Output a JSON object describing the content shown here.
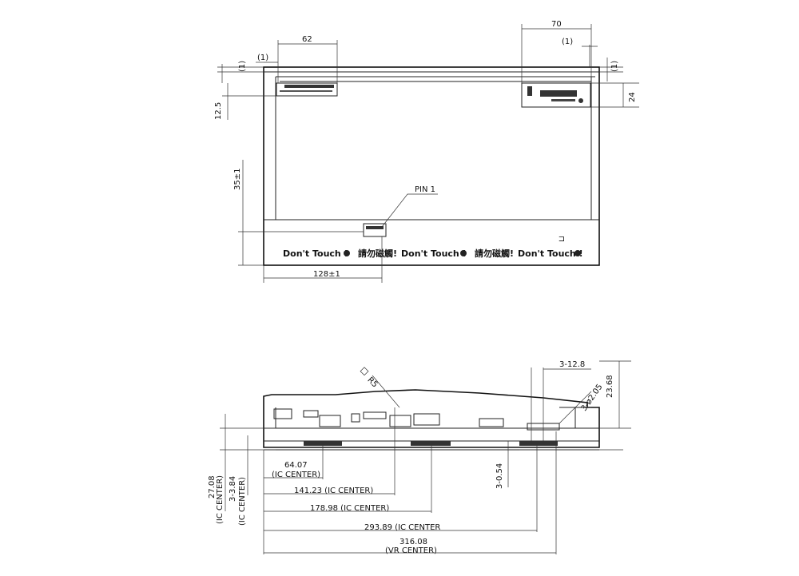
{
  "top_view": {
    "dim_62": "62",
    "dim_1_left": "(1)",
    "dim_1_left_side": "(1)",
    "dim_70": "70",
    "dim_1_right": "(1)",
    "dim_1_right_side": "(1)",
    "dim_24": "24",
    "dim_12_5": "12.5",
    "dim_35": "35±1",
    "dim_128": "128±1",
    "pin1_label": "PIN 1",
    "warning_en_1": "Don't Touch !",
    "warning_cn_1": "請勿磁觸!",
    "warning_en_2": "Don't Touch !",
    "warning_cn_2": "請勿磁觸!",
    "warning_en_3": "Don't Touch !"
  },
  "side_view": {
    "dim_r5": "R5",
    "dim_3_12_8": "3-12.8",
    "dim_hole": "3-ø2.05",
    "dim_23_68": "23.68",
    "dim_3_0_54": "3-0.54",
    "dim_27_08_a": "27.08",
    "dim_27_08_b": "(IC CENTER)",
    "dim_3_84_a": "3-3.84",
    "dim_3_84_b": "(IC CENTER)",
    "dim_64_07_a": "64.07",
    "dim_64_07_b": "(IC CENTER)",
    "dim_141_23": "141.23 (IC CENTER)",
    "dim_178_98": "178.98 (IC CENTER)",
    "dim_293_89": "293.89 (IC CENTER",
    "dim_316_08_a": "316.08",
    "dim_316_08_b": "(VR CENTER)"
  }
}
